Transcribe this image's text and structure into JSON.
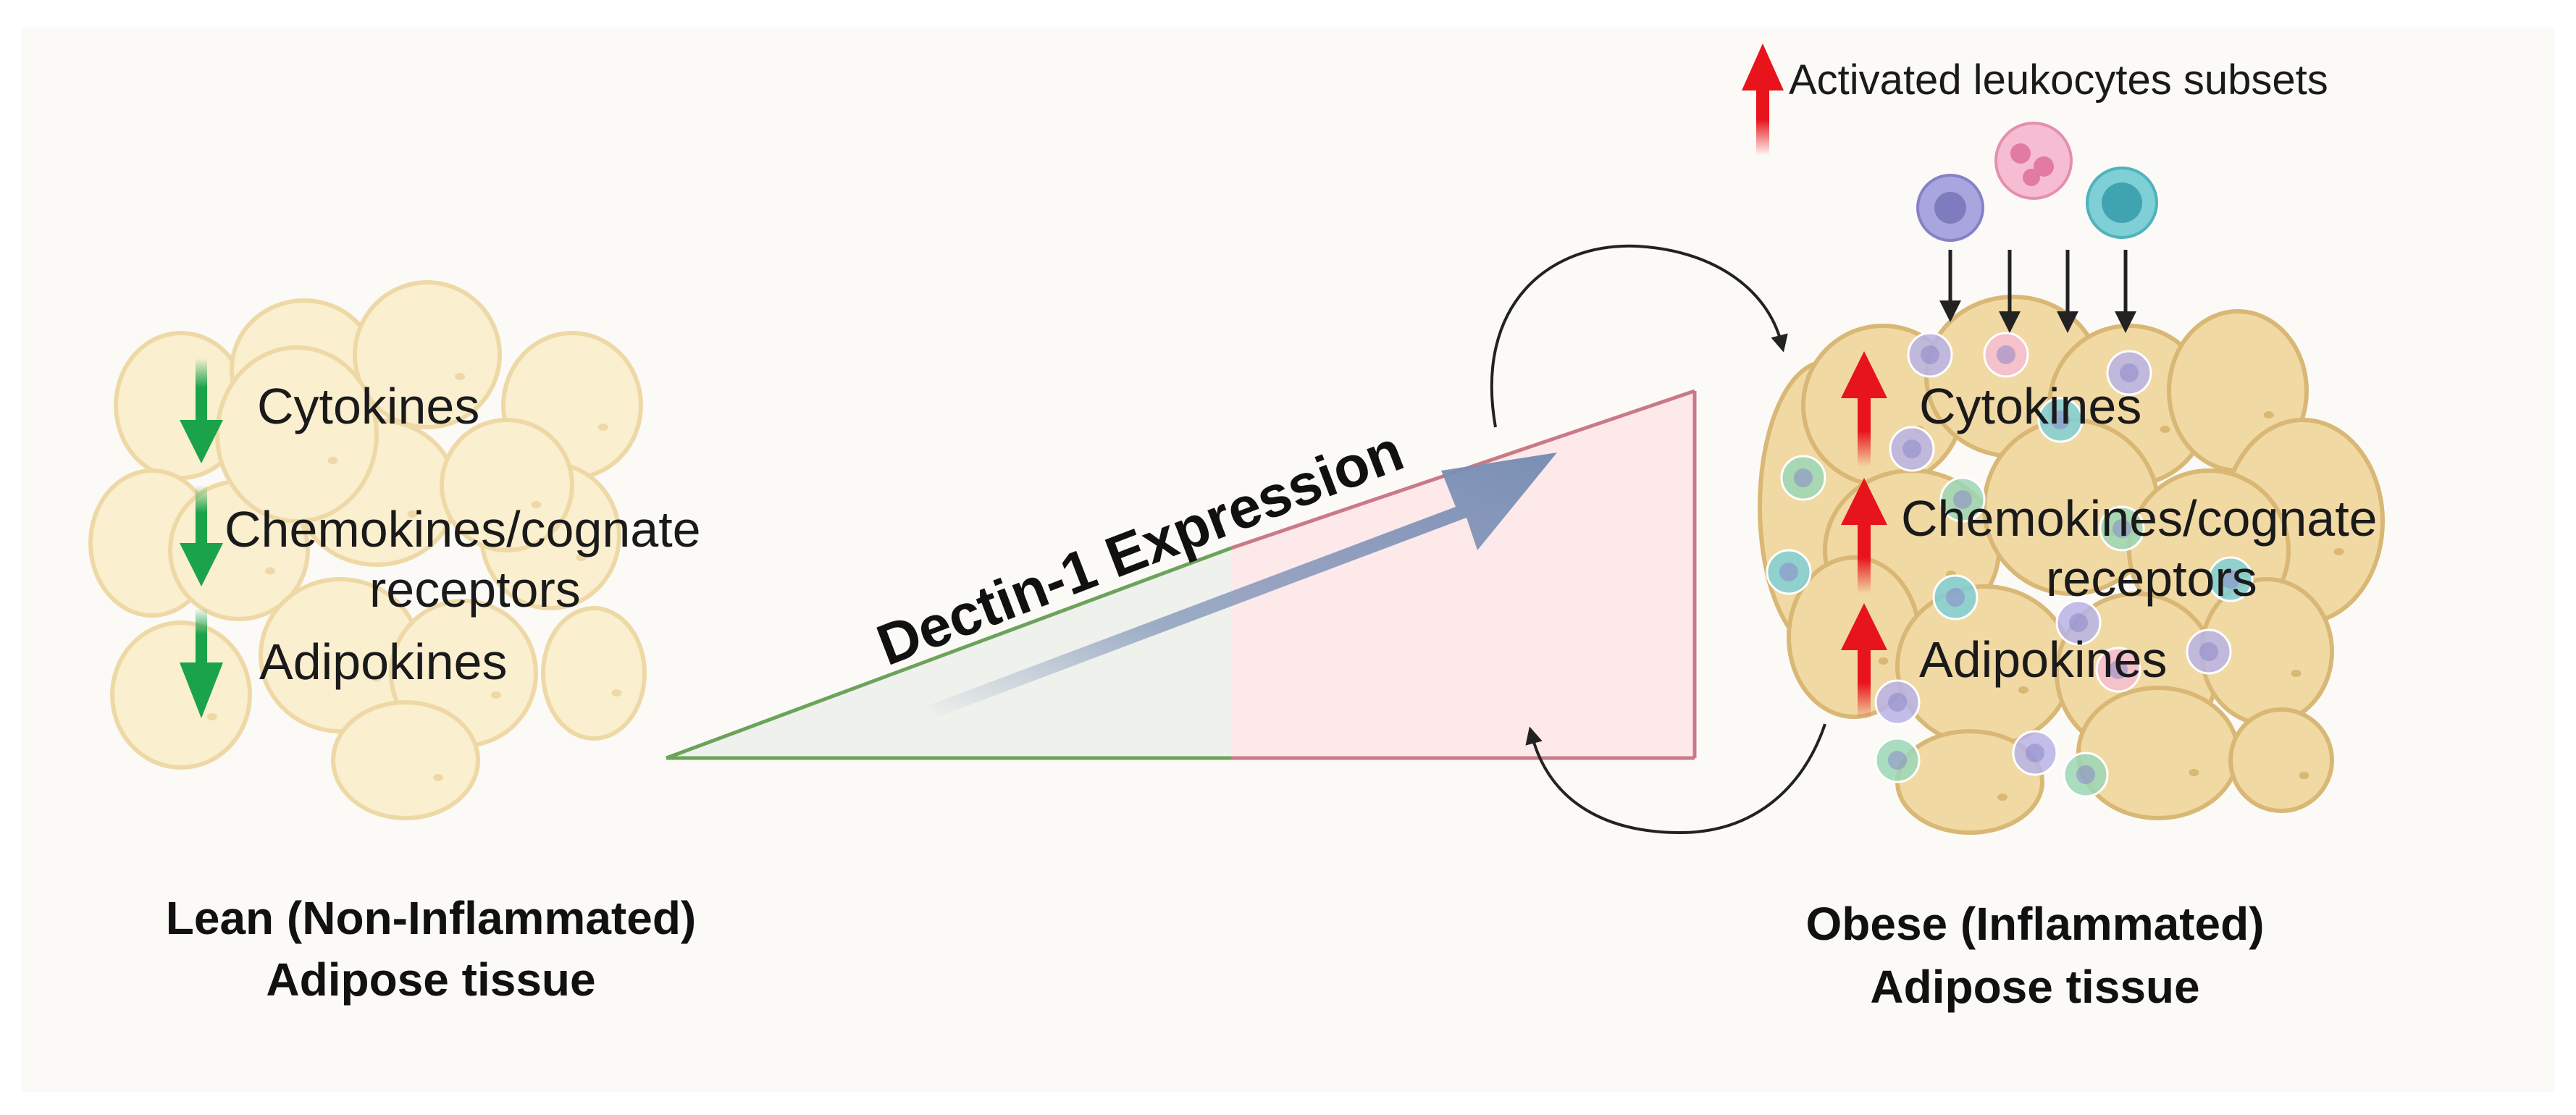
{
  "lean": {
    "labels": {
      "cytokines": "Cytokines",
      "chemokines_line1": "Chemokines/cognate",
      "chemokines_line2": "receptors",
      "adipokines": "Adipokines"
    },
    "caption_line1": "Lean (Non-Inflammated)",
    "caption_line2": "Adipose tissue",
    "arrow_color": "#1aa34a"
  },
  "obese": {
    "labels": {
      "cytokines": "Cytokines",
      "chemokines_line1": "Chemokines/cognate",
      "chemokines_line2": "receptors",
      "adipokines": "Adipokines"
    },
    "caption_line1": "Obese (Inflammated)",
    "caption_line2": "Adipose tissue",
    "arrow_color": "#e8141b"
  },
  "legend": {
    "text": "Activated leukocytes subsets",
    "arrow_color": "#e8141b"
  },
  "center": {
    "label": "Dectin-1 Expression",
    "arrow_color": "#7a8fb5",
    "triangle_left_color": "#6ba35a",
    "triangle_right_color": "#c97a86"
  },
  "colors": {
    "background": "#fcfaf6",
    "adipocyte_fill": "#f1d9a4",
    "adipocyte_stroke": "#d9b775",
    "lean_adipocyte_fill": "#faefcf"
  }
}
